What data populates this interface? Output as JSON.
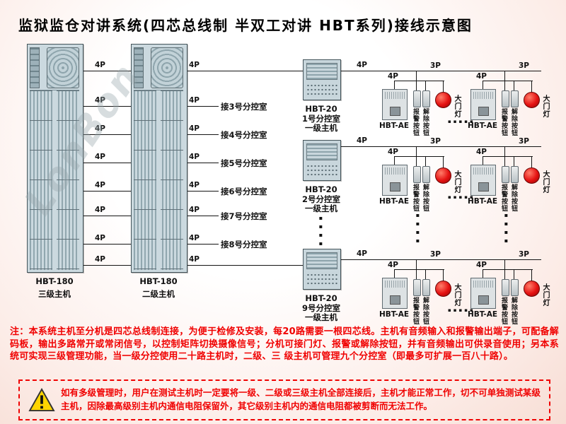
{
  "title": "监狱监仓对讲系统(四芯总线制 半双工对讲 HBT系列)接线示意图",
  "watermark": "LonBon",
  "wires": {
    "p4": "4P",
    "p3": "3P"
  },
  "racks": [
    {
      "model": "HBT-180",
      "label": "三级主机"
    },
    {
      "model": "HBT-180",
      "label": "二级主机"
    }
  ],
  "branches": [
    "接3号分控室",
    "接4号分控室",
    "接5号分控室",
    "接6号分控室",
    "接7号分控室",
    "接8号分控室"
  ],
  "hosts": [
    {
      "model": "HBT-20",
      "room": "1号分控室",
      "level": "一级主机"
    },
    {
      "model": "HBT-20",
      "room": "2号分控室",
      "level": "一级主机"
    },
    {
      "model": "HBT-20",
      "room": "9号分控室",
      "level": "一级主机"
    }
  ],
  "terminal": {
    "model": "HBT-AE",
    "alarm_button": "报警按钮",
    "release_button": "解除按钮",
    "gate_light": "大门灯"
  },
  "ellipsis": {
    "h": "▪▪▪▪▪",
    "v": "▪▪▪▪"
  },
  "note": "注：本系统主机至分机是四芯总线制连接，为便于检修及安装，每20路需要一根四芯线。主机有音频输入和报警输出端子，可配备解码板，输出多路常开或常闭信号，以控制矩阵切换摄像信号；分机可接门灯、报警或解除按钮，并有音频输出可供录音使用；另本系统可实现三级管理功能，当一级分控使用二十路主机时，二级、三 级主机可管理九个分控室（即最多可扩展一百八十路）。",
  "warning": "如有多级管理时，用户在测试主机时一定要将一级、二级或三级主机全部连接后，主机才能正常工作，切不可单独测试某级主机，因除最高级别主机内通信电阻保留外，其它级别主机内的通信电阻都被剪断而无法工作。"
}
